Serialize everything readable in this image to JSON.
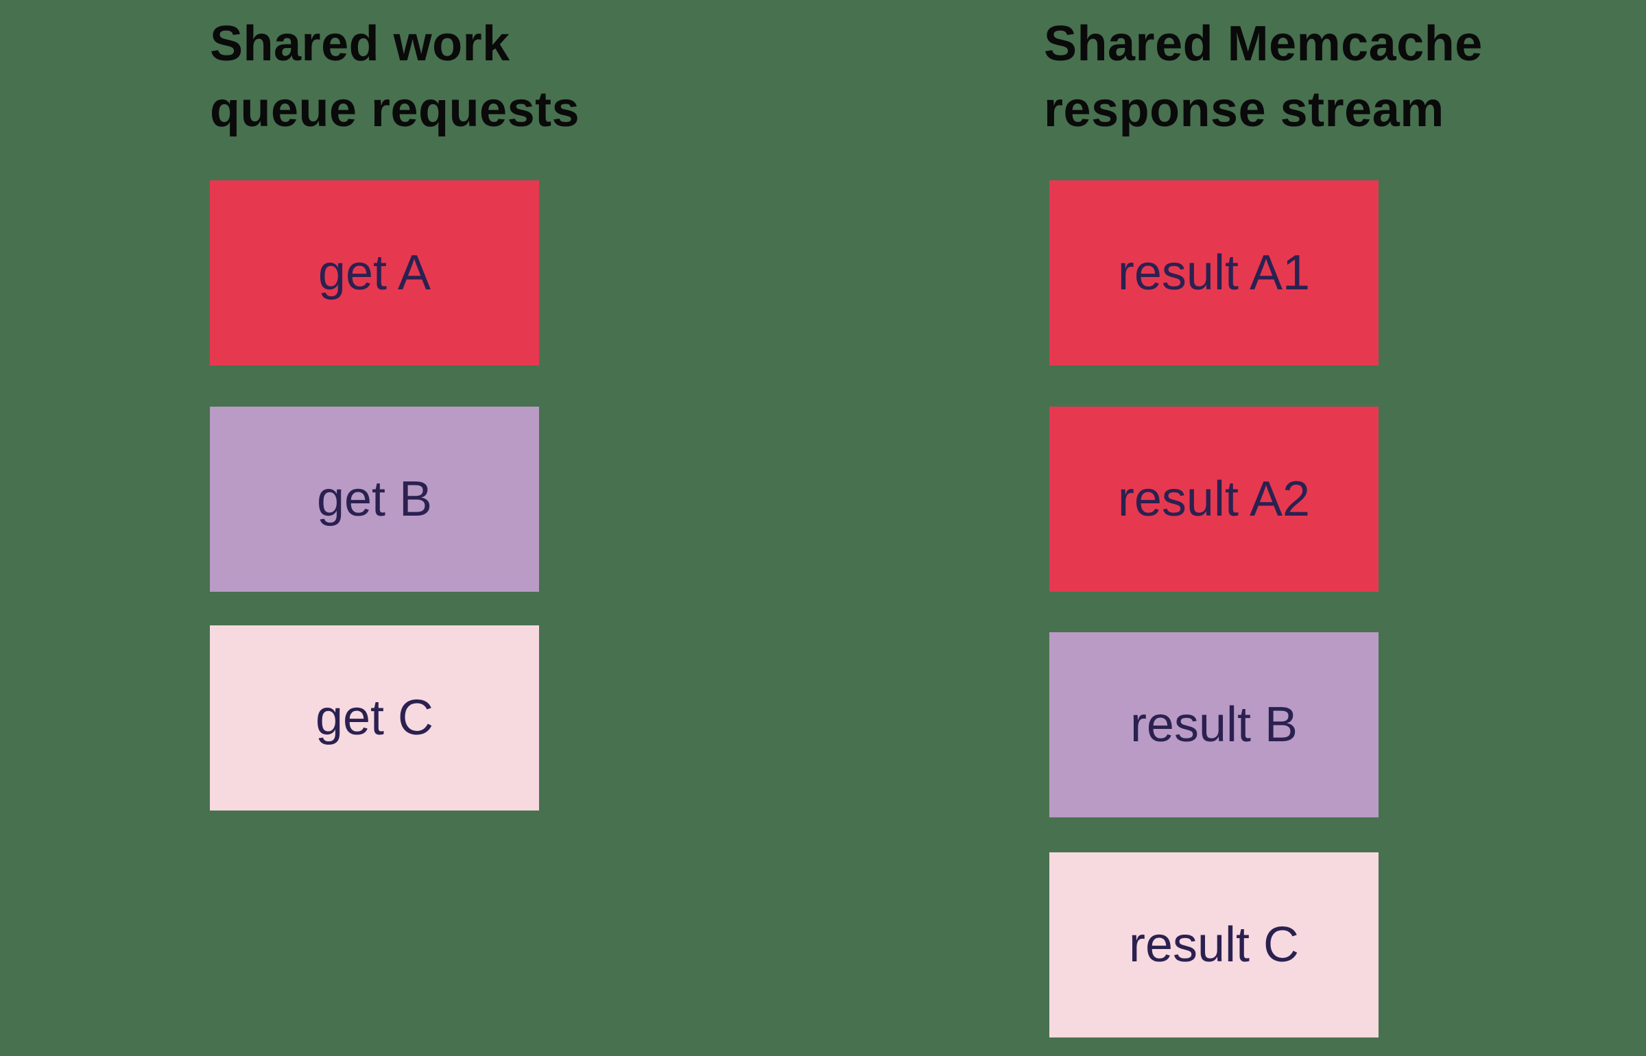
{
  "diagram": {
    "background": "#48714F",
    "colors": {
      "red": "#E63950",
      "purple": "#B99BC6",
      "pink": "#F7D9E0",
      "label_text": "#2B2150",
      "title_text": "#0A0A0A"
    },
    "left_column": {
      "title_line1": "Shared work",
      "title_line2": "queue requests",
      "boxes": [
        {
          "label": "get A",
          "color": "red"
        },
        {
          "label": "get B",
          "color": "purple"
        },
        {
          "label": "get C",
          "color": "pink"
        }
      ]
    },
    "right_column": {
      "title_line1": "Shared Memcache",
      "title_line2": "response stream",
      "boxes": [
        {
          "label": "result A1",
          "color": "red"
        },
        {
          "label": "result A2",
          "color": "red"
        },
        {
          "label": "result B",
          "color": "purple"
        },
        {
          "label": "result C",
          "color": "pink"
        }
      ]
    }
  }
}
